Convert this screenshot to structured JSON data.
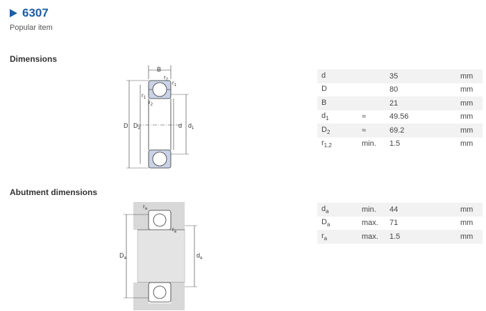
{
  "header": {
    "product": "6307",
    "subtitle": "Popular item"
  },
  "sections": {
    "dimensions_title": "Dimensions",
    "abutment_title": "Abutment dimensions"
  },
  "dimensions": [
    {
      "sym": "d",
      "sub": "",
      "qual": "",
      "value": "35",
      "unit": "mm"
    },
    {
      "sym": "D",
      "sub": "",
      "qual": "",
      "value": "80",
      "unit": "mm"
    },
    {
      "sym": "B",
      "sub": "",
      "qual": "",
      "value": "21",
      "unit": "mm"
    },
    {
      "sym": "d",
      "sub": "1",
      "qual": "≈",
      "value": "49.56",
      "unit": "mm"
    },
    {
      "sym": "D",
      "sub": "2",
      "qual": "≈",
      "value": "69.2",
      "unit": "mm"
    },
    {
      "sym": "r",
      "sub": "1,2",
      "qual": "min.",
      "value": "1.5",
      "unit": "mm"
    }
  ],
  "abutment": [
    {
      "sym": "d",
      "sub": "a",
      "qual": "min.",
      "value": "44",
      "unit": "mm"
    },
    {
      "sym": "D",
      "sub": "a",
      "qual": "max.",
      "value": "71",
      "unit": "mm"
    },
    {
      "sym": "r",
      "sub": "a",
      "qual": "max.",
      "value": "1.5",
      "unit": "mm"
    }
  ],
  "diagram_labels": {
    "B": "B",
    "r": "r",
    "r1": "1",
    "r2": "2",
    "D": "D",
    "D2": "D",
    "D2_sub": "2",
    "d": "d",
    "d1": "d",
    "d1_sub": "1",
    "a": "a"
  },
  "colors": {
    "accent": "#1a5fa8",
    "ring_fill": "#c9d2e6",
    "housing_fill": "#d8d8d8"
  }
}
